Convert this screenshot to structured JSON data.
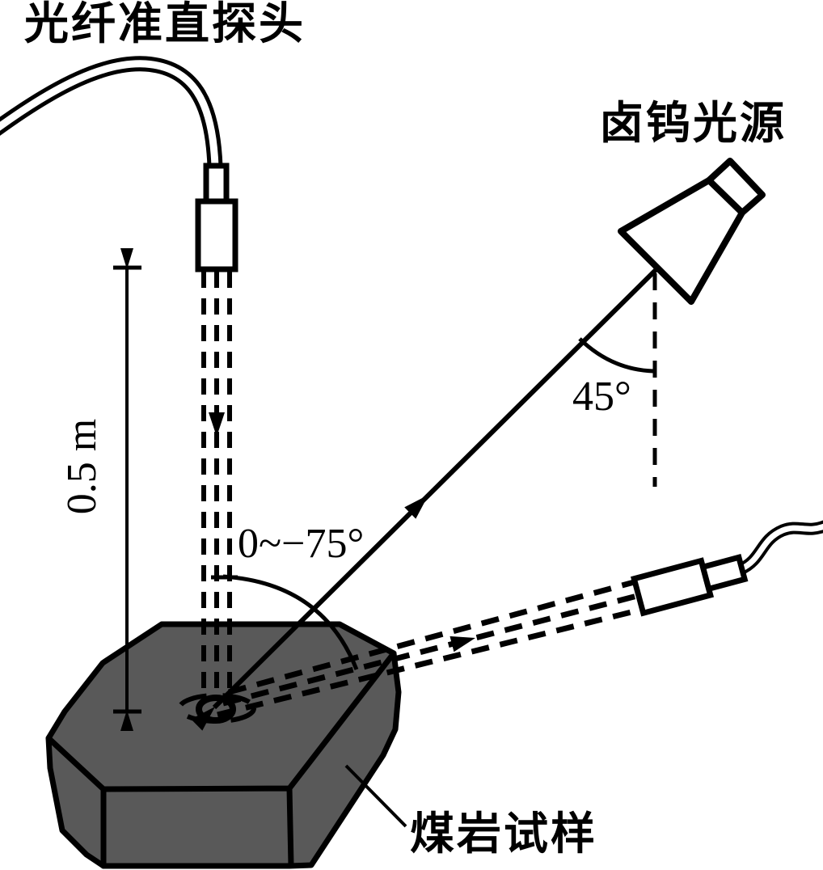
{
  "diagram": {
    "background_color": "#ffffff",
    "line_color": "#000000",
    "sample_fill_color": "#595959",
    "labels": {
      "fiber_probe": "光纤准直探头",
      "light_source": "卤钨光源",
      "sample": "煤岩试样"
    },
    "annotations": {
      "probe_height": "0.5 m",
      "incidence_angle": "45°",
      "detection_angle_range": "0~−75°"
    }
  }
}
